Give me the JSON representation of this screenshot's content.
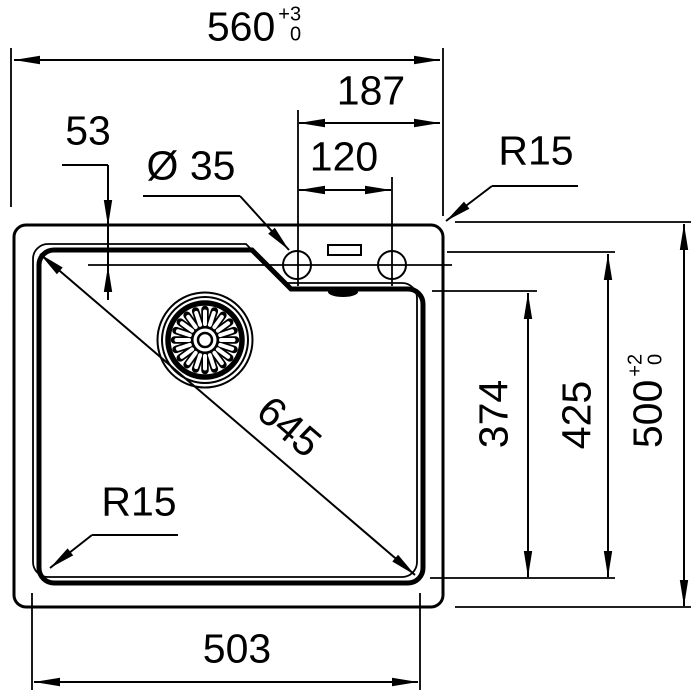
{
  "drawing": {
    "colors": {
      "line": "#000000",
      "background": "#ffffff"
    },
    "dimensions": {
      "overall_width": {
        "value": "560",
        "tol_plus": "+3",
        "tol_minus": "0"
      },
      "hole_offset_right": {
        "value": "187"
      },
      "hole_spacing": {
        "value": "120"
      },
      "hole_centerline_offset": {
        "value": "53"
      },
      "hole_diameter": {
        "value": "Ø 35"
      },
      "outer_corner_radius": {
        "value": "R15"
      },
      "bowl_corner_radius": {
        "value": "R15"
      },
      "bowl_diagonal": {
        "value": "645"
      },
      "bowl_width": {
        "value": "503"
      },
      "bowl_depth_front": {
        "value": "374"
      },
      "bowl_depth_full": {
        "value": "425"
      },
      "overall_depth": {
        "value": "500",
        "tol_plus": "+2",
        "tol_minus": "0"
      }
    }
  }
}
